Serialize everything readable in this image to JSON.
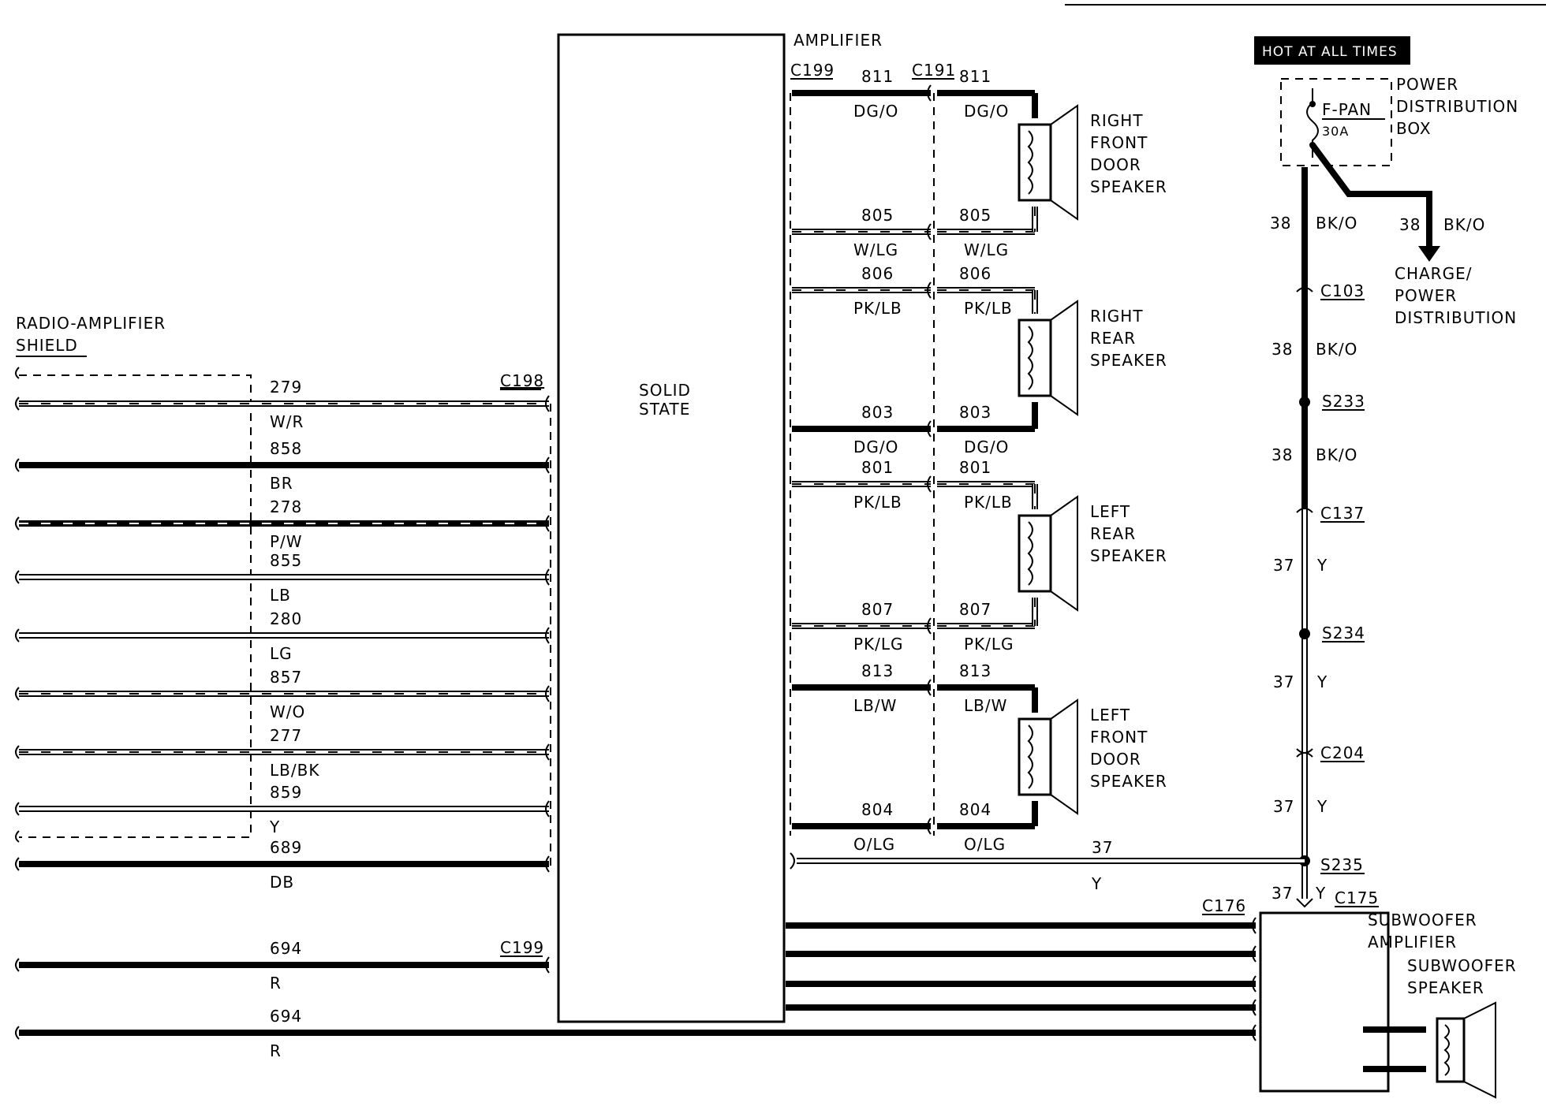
{
  "amplifier": {
    "title": "AMPLIFIER",
    "body_label_1": "SOLID",
    "body_label_2": "STATE"
  },
  "connectors": {
    "c199_top": "C199",
    "c191": "C191",
    "c198": "C198",
    "c199_left": "C199",
    "c176": "C176",
    "c175": "C175"
  },
  "shield": {
    "label_1": "RADIO-AMPLIFIER",
    "label_2": "SHIELD"
  },
  "left_wires": [
    {
      "circuit": "279",
      "color": "W/R"
    },
    {
      "circuit": "858",
      "color": "BR"
    },
    {
      "circuit": "278",
      "color": "P/W"
    },
    {
      "circuit": "855",
      "color": "LB"
    },
    {
      "circuit": "280",
      "color": "LG"
    },
    {
      "circuit": "857",
      "color": "W/O"
    },
    {
      "circuit": "277",
      "color": "LB/BK"
    },
    {
      "circuit": "859",
      "color": "Y"
    },
    {
      "circuit": "689",
      "color": "DB"
    },
    {
      "circuit": "694",
      "color": "R"
    },
    {
      "circuit": "694",
      "color": "R"
    }
  ],
  "speaker_wires": [
    {
      "circuit": "811",
      "color": "DG/O"
    },
    {
      "circuit": "805",
      "color": "W/LG"
    },
    {
      "circuit": "806",
      "color": "PK/LB"
    },
    {
      "circuit": "803",
      "color": "DG/O"
    },
    {
      "circuit": "801",
      "color": "PK/LB"
    },
    {
      "circuit": "807",
      "color": "PK/LG"
    },
    {
      "circuit": "813",
      "color": "LB/W"
    },
    {
      "circuit": "804",
      "color": "O/LG"
    }
  ],
  "speakers": [
    {
      "lines": [
        "RIGHT",
        "FRONT",
        "DOOR",
        "SPEAKER"
      ]
    },
    {
      "lines": [
        "RIGHT",
        "REAR",
        "SPEAKER"
      ]
    },
    {
      "lines": [
        "LEFT",
        "REAR",
        "SPEAKER"
      ]
    },
    {
      "lines": [
        "LEFT",
        "FRONT",
        "DOOR",
        "SPEAKER"
      ]
    }
  ],
  "power": {
    "hot_label": "HOT AT ALL TIMES",
    "box_lines": [
      "POWER",
      "DISTRIBUTION",
      "BOX"
    ],
    "fuse_name": "F-PAN",
    "fuse_rating": "30A",
    "charge_lines": [
      "CHARGE/",
      "POWER",
      "DISTRIBUTION"
    ]
  },
  "feed": {
    "c103": "C103",
    "s233": "S233",
    "c137": "C137",
    "s234": "S234",
    "c204": "C204",
    "s235": "S235",
    "circuit_38": "38",
    "color_bko": "BK/O",
    "circuit_37": "37",
    "color_y": "Y"
  },
  "subwoofer": {
    "amp_lines": [
      "SUBWOOFER",
      "AMPLIFIER"
    ],
    "speaker_lines": [
      "SUBWOOFER",
      "SPEAKER"
    ]
  }
}
